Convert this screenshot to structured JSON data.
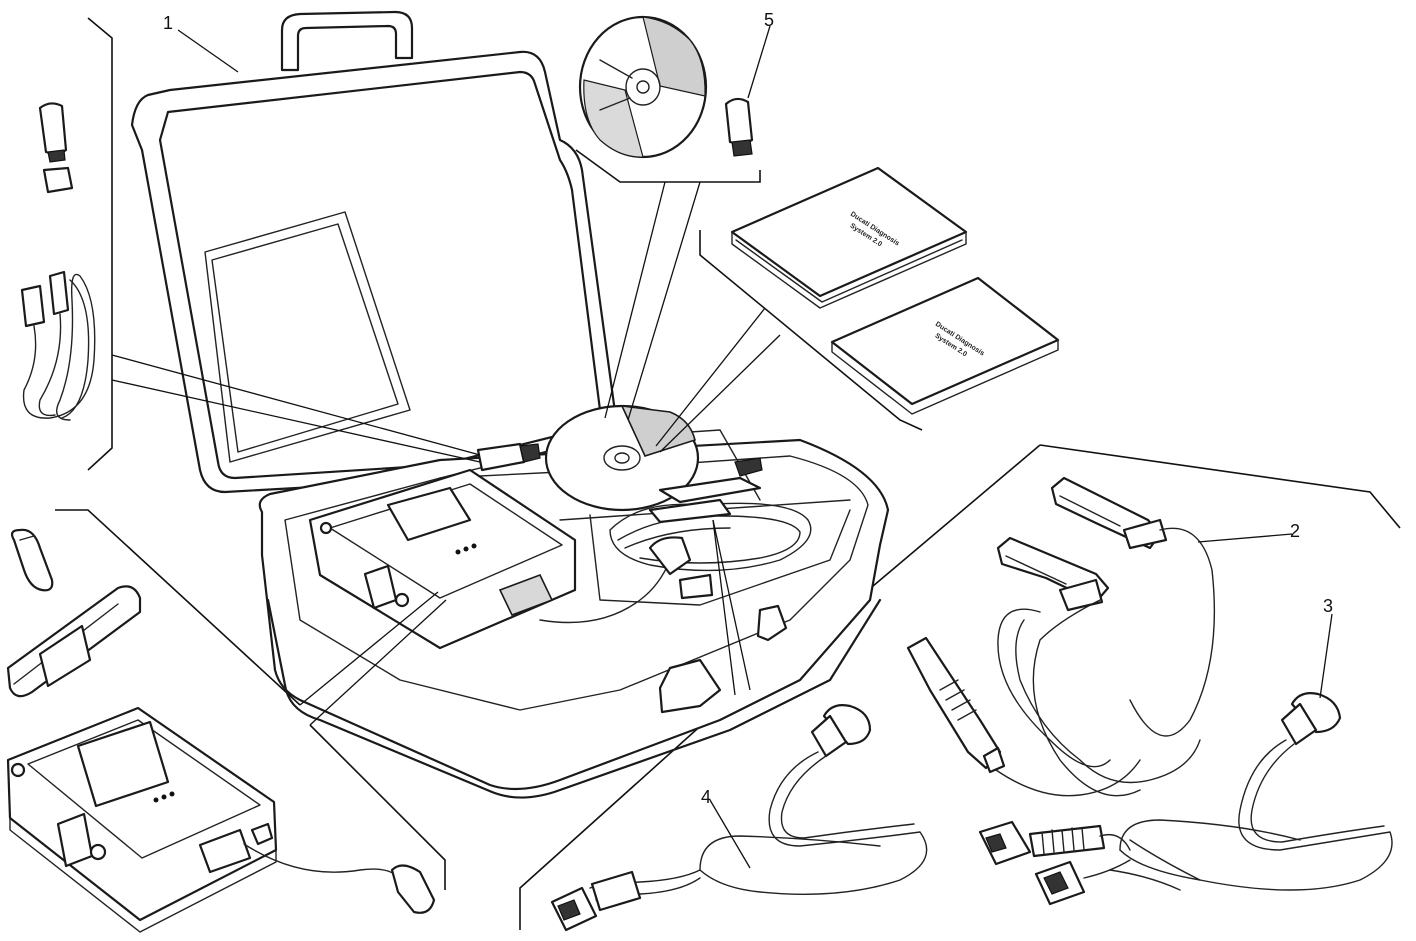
{
  "callouts": [
    {
      "id": "1",
      "label": "1"
    },
    {
      "id": "2",
      "label": "2"
    },
    {
      "id": "3",
      "label": "3"
    },
    {
      "id": "4",
      "label": "4"
    },
    {
      "id": "5",
      "label": "5"
    }
  ],
  "manuals": {
    "line1": "Ducati Diagnosis",
    "line2": "System 2.0"
  },
  "colors": {
    "line": "#1a1a1a",
    "background": "#ffffff"
  }
}
